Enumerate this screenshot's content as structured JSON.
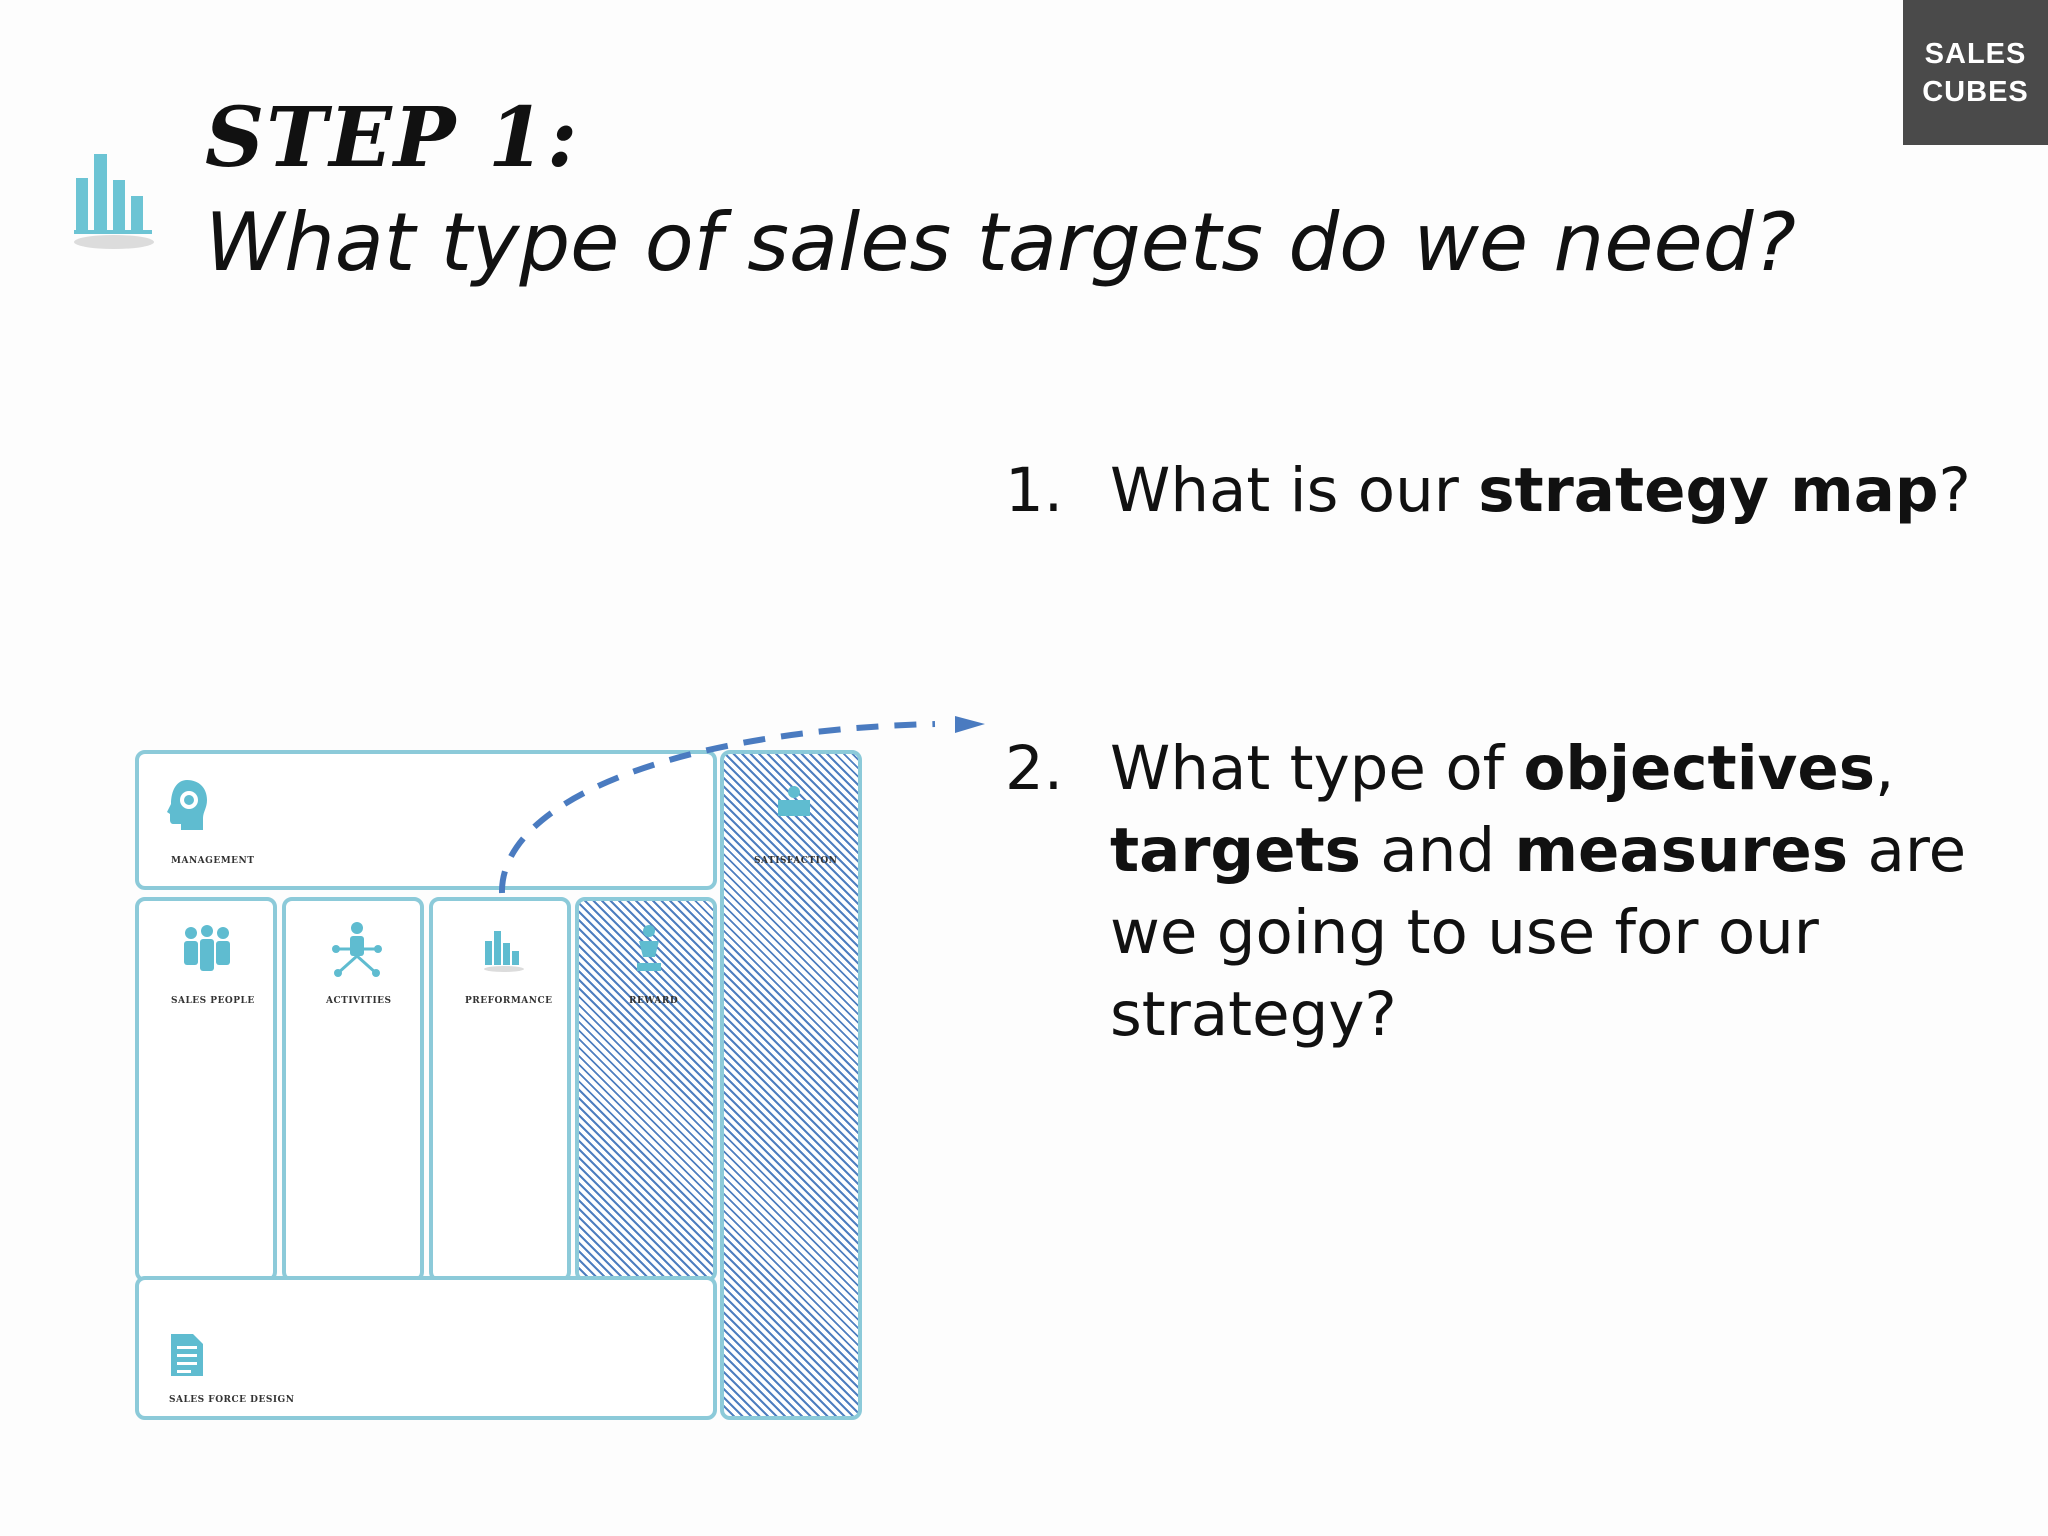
{
  "logo": {
    "line1": "SALES",
    "line2": "CUBES"
  },
  "title": {
    "step": "STEP 1:",
    "question": "What type of sales targets do we need?"
  },
  "title_icon": "bar-chart-icon",
  "questions": [
    {
      "num": "1.",
      "parts": [
        "What is our ",
        "strategy map",
        "?"
      ]
    },
    {
      "num": "2.",
      "parts": [
        "What type of ",
        "objectives",
        ", ",
        "targets",
        " and ",
        "measures",
        " are we going to use for our strategy?"
      ]
    }
  ],
  "canvas": {
    "panels": {
      "management": "MANAGEMENT",
      "satisfaction": "SATISFACTION",
      "sales_people": "SALES PEOPLE",
      "activities": "ACTIVITIES",
      "performance": "PREFORMANCE",
      "reward": "REWARD",
      "sales_force_design": "SALES FORCE DESIGN"
    },
    "icons": {
      "management": "head-gear-icon",
      "satisfaction": "podium-icon",
      "sales_people": "people-group-icon",
      "activities": "person-network-icon",
      "performance": "bar-chart-icon",
      "reward": "trophy-icon",
      "sales_force_design": "document-icon"
    },
    "colors": {
      "panel_border": "#8ccad9",
      "icon": "#5fbcd0",
      "hatch": "#4f7fc0",
      "arrow": "#4a7bc0"
    }
  }
}
